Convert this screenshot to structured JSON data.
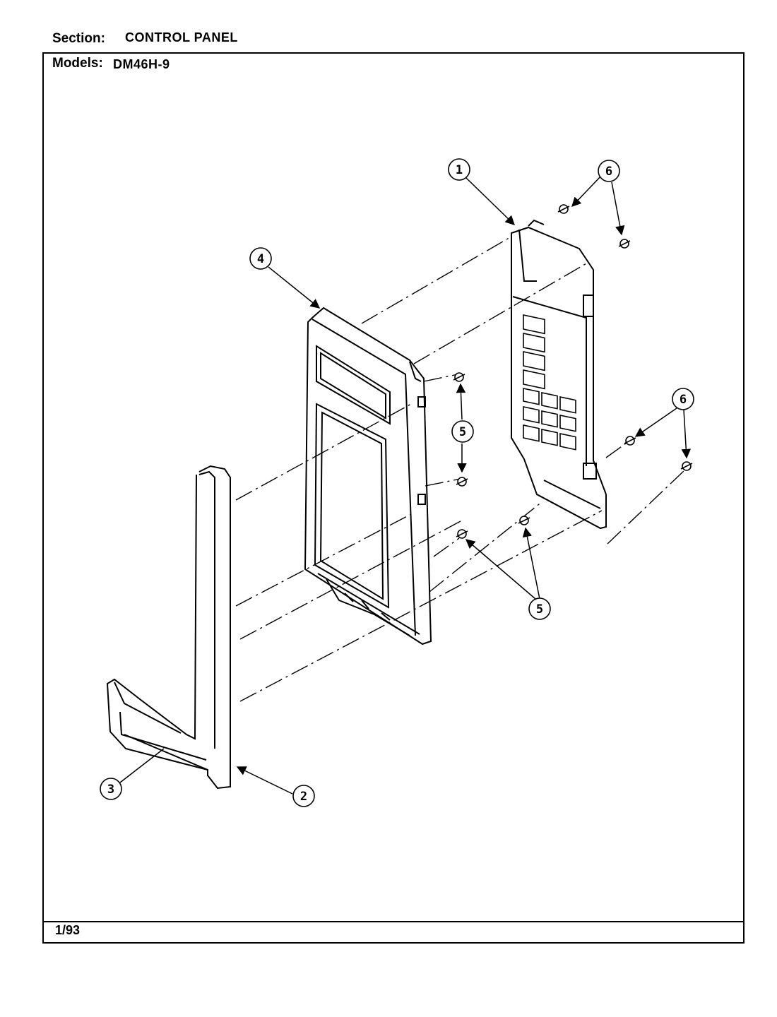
{
  "header": {
    "section_label": "Section:",
    "section_value": "CONTROL PANEL",
    "models_label": "Models:",
    "models_value": "DM46H-9"
  },
  "footer": {
    "date": "1/93"
  },
  "callouts": [
    {
      "id": "1",
      "label": "1"
    },
    {
      "id": "2",
      "label": "2"
    },
    {
      "id": "3",
      "label": "3"
    },
    {
      "id": "4",
      "label": "4"
    },
    {
      "id": "5a",
      "label": "5"
    },
    {
      "id": "5b",
      "label": "5"
    },
    {
      "id": "6a",
      "label": "6"
    },
    {
      "id": "6b",
      "label": "6"
    }
  ]
}
